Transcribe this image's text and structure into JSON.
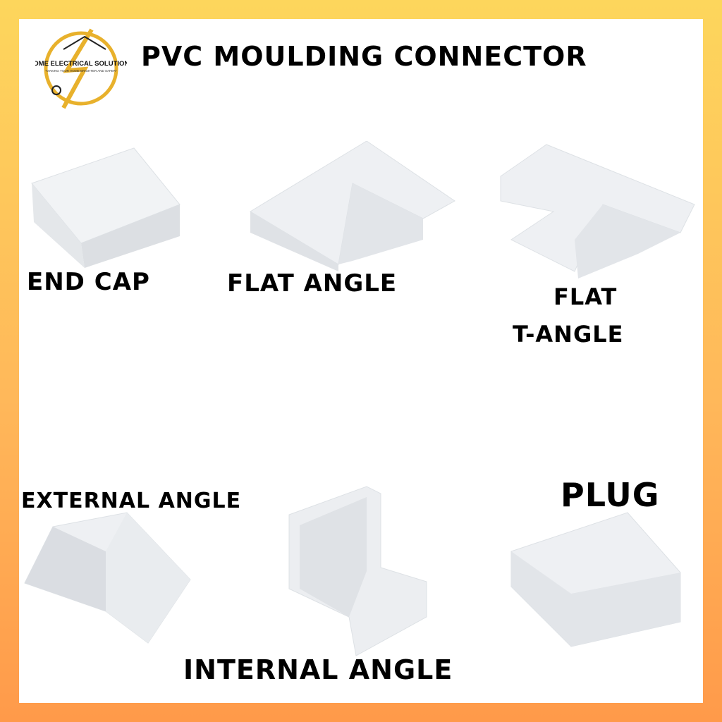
{
  "logo": {
    "name": "HOME ELECTRICAL SOLUTIONS",
    "tagline": "\"MAKING YOUR HOME BRIGHTER AND SAFER\"",
    "color": "#e8b12c"
  },
  "title": "PVC MOULDING CONNECTOR",
  "products": [
    {
      "label": "END CAP"
    },
    {
      "label": "FLAT ANGLE"
    },
    {
      "label_line1": "FLAT",
      "label_line2": "T-ANGLE"
    },
    {
      "label": "EXTERNAL ANGLE"
    },
    {
      "label": "INTERNAL ANGLE"
    },
    {
      "label": "PLUG"
    }
  ],
  "colors": {
    "border_top": "#fdd65c",
    "border_bottom": "#ff9a4a",
    "product": "#e9ecef"
  }
}
